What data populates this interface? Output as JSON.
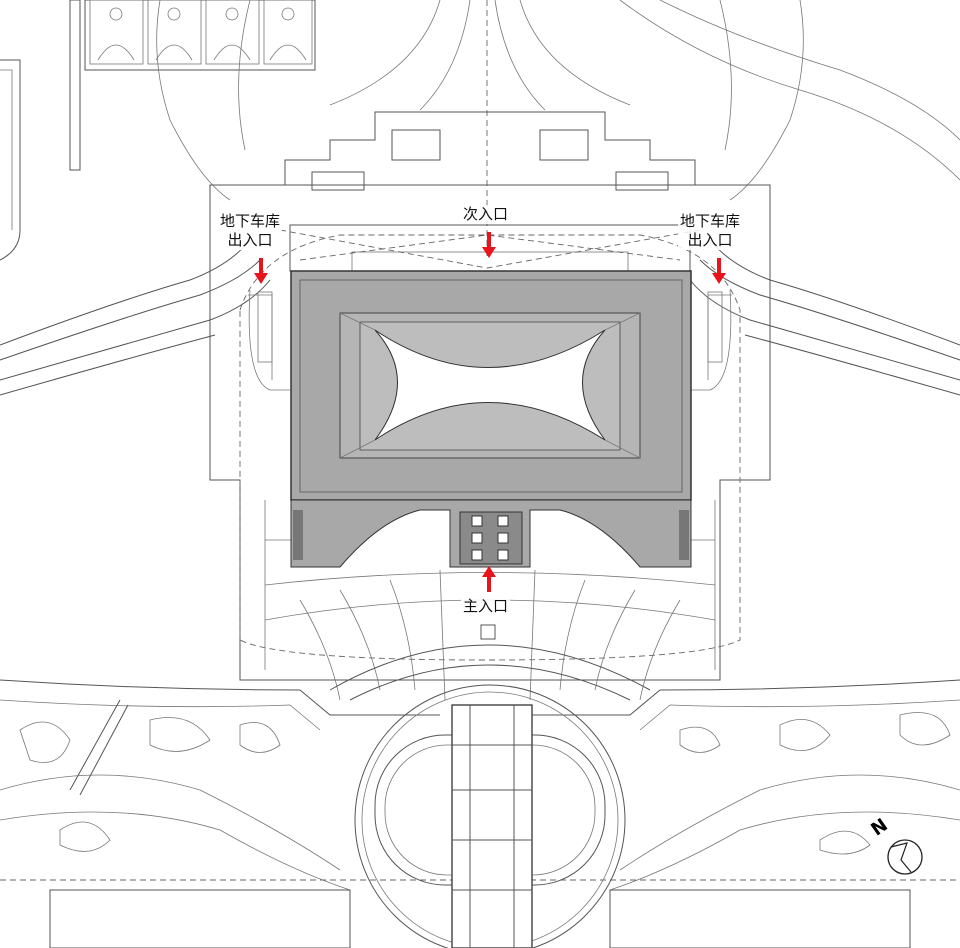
{
  "labels": {
    "garage_left_line1": "地下车库",
    "garage_left_line2": "出入口",
    "garage_right_line1": "地下车库",
    "garage_right_line2": "出入口",
    "secondary_entrance": "次入口",
    "main_entrance": "主入口",
    "north": "N"
  },
  "colors": {
    "arrow": "#e8141b",
    "building_roof": "#a8a8a8",
    "roof_inner": "#bdbdbd",
    "linework": "#555555"
  }
}
